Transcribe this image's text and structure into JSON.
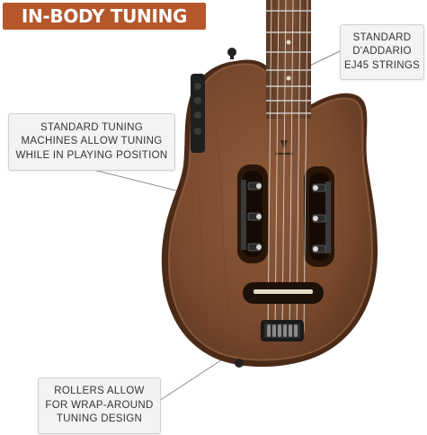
{
  "title": "IN-BODY TUNING",
  "callouts": {
    "strings": {
      "lines": [
        "STANDARD",
        "D'ADDARIO",
        "EJ45 STRINGS"
      ]
    },
    "tuning_machines": {
      "lines": [
        "STANDARD TUNING",
        "MACHINES ALLOW TUNING",
        "WHILE IN PLAYING POSITION"
      ]
    },
    "rollers": {
      "lines": [
        "ROLLERS ALLOW",
        "FOR WRAP-AROUND",
        "TUNING DESIGN"
      ]
    }
  },
  "colors": {
    "banner": "#b5562b",
    "wood": "#7a4a2e",
    "wood_dark": "#4e2c18",
    "callout_bg": "#f3f3f3"
  }
}
